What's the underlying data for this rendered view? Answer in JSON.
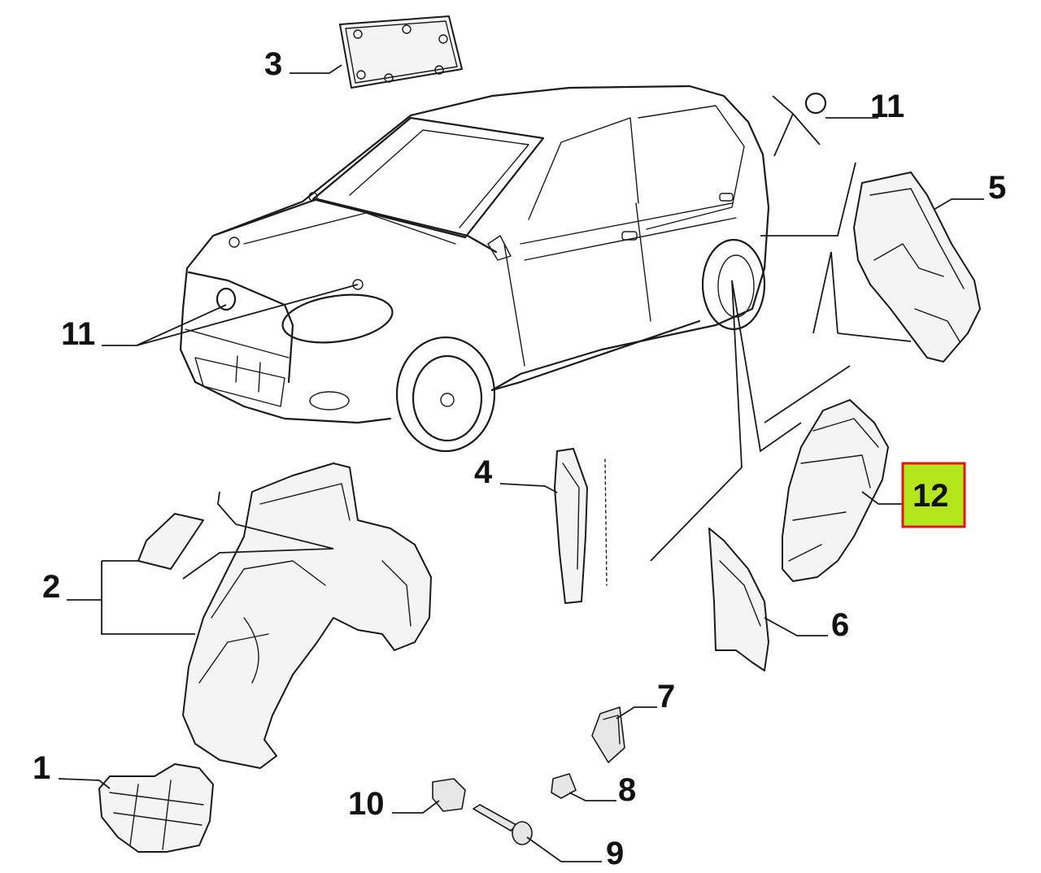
{
  "callouts": {
    "c1": "1",
    "c2": "2",
    "c3": "3",
    "c4": "4",
    "c5": "5",
    "c6": "6",
    "c7": "7",
    "c8": "8",
    "c9": "9",
    "c10": "10",
    "c11_left": "11",
    "c11_right": "11",
    "c12": "12"
  },
  "highlight": {
    "callout": "12",
    "fill": "#b5e61d",
    "border": "#e0161c"
  }
}
